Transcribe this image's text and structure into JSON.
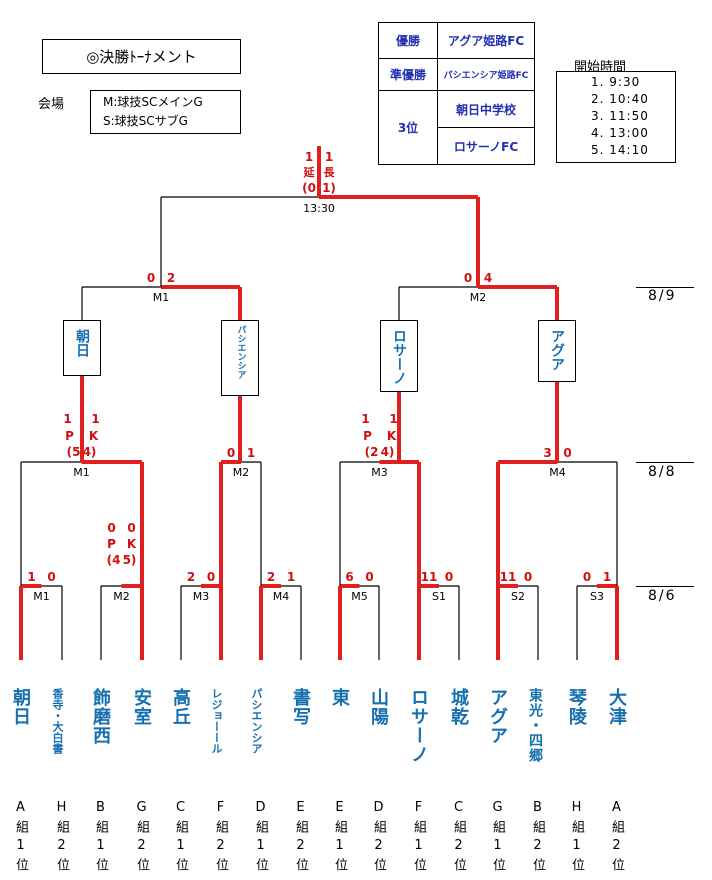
{
  "title": "◎決勝ﾄｰﾅメント",
  "venue": {
    "label": "会場",
    "lines": [
      "M:球技SCメインG",
      "S:球技SCサブG"
    ]
  },
  "results": {
    "champion_label": "優勝",
    "champion": "アグア姫路FC",
    "runnerup_label": "準優勝",
    "runnerup": "パシエンシア姫路FC",
    "third_label": "3位",
    "third": [
      "朝日中学校",
      "ロサーノFC"
    ]
  },
  "times": {
    "title": "開始時間",
    "items": [
      "1. 9:30",
      "2. 10:40",
      "3. 11:50",
      "4. 13:00",
      "5. 14:10"
    ]
  },
  "dates": [
    "8/9",
    "8/8",
    "8/6"
  ],
  "colors": {
    "win_line": "#e02020",
    "score": "#d01010",
    "team": "#1670b0"
  },
  "round1": [
    {
      "match": "M1",
      "left": "1",
      "right": "0"
    },
    {
      "match": "M2",
      "left": "0",
      "right": "0",
      "pk_left": "(4",
      "pk_right": "5)"
    },
    {
      "match": "M3",
      "left": "2",
      "right": "0"
    },
    {
      "match": "M4",
      "left": "2",
      "right": "1"
    },
    {
      "match": "M5",
      "left": "6",
      "right": "0"
    },
    {
      "match": "S1",
      "left": "11",
      "right": "0"
    },
    {
      "match": "S2",
      "left": "11",
      "right": "0"
    },
    {
      "match": "S3",
      "left": "0",
      "right": "1"
    }
  ],
  "round2": [
    {
      "match": "M1",
      "left": "1",
      "right": "1",
      "pk_left": "(5",
      "pk_right": "4)"
    },
    {
      "match": "M2",
      "left": "0",
      "right": "1"
    },
    {
      "match": "M3",
      "left": "1",
      "right": "1",
      "pk_left": "(2",
      "pk_right": "4)"
    },
    {
      "match": "M4",
      "left": "3",
      "right": "0"
    }
  ],
  "round3": [
    {
      "match": "M1",
      "left": "0",
      "right": "2"
    },
    {
      "match": "M2",
      "left": "0",
      "right": "4"
    }
  ],
  "final": {
    "left": "1",
    "right": "1",
    "et_left": "延",
    "et_right": "長",
    "pk_left": "(0",
    "pk_right": "1)",
    "time": "13:30"
  },
  "pk_letters": [
    "P",
    "K"
  ],
  "semifinalists": [
    "朝日",
    "パシエンシア",
    "ロサーノ",
    "アグア"
  ],
  "teams": [
    {
      "name": "朝日",
      "group": "A組1位"
    },
    {
      "name": "香寺・大白書",
      "group": "H組2位"
    },
    {
      "name": "飾磨西",
      "group": "B組1位"
    },
    {
      "name": "安室",
      "group": "G組2位"
    },
    {
      "name": "高丘",
      "group": "C組1位"
    },
    {
      "name": "レジョーール",
      "group": "F組2位"
    },
    {
      "name": "パシエンシア",
      "group": "D組1位"
    },
    {
      "name": "書写",
      "group": "E組2位"
    },
    {
      "name": "東",
      "group": "E組1位"
    },
    {
      "name": "山陽",
      "group": "D組2位"
    },
    {
      "name": "ロサーノ",
      "group": "F組1位"
    },
    {
      "name": "城乾",
      "group": "C組2位"
    },
    {
      "name": "アグア",
      "group": "G組1位"
    },
    {
      "name": "東光・四郷",
      "group": "B組2位"
    },
    {
      "name": "琴陵",
      "group": "H組1位"
    },
    {
      "name": "大津",
      "group": "A組2位"
    }
  ]
}
